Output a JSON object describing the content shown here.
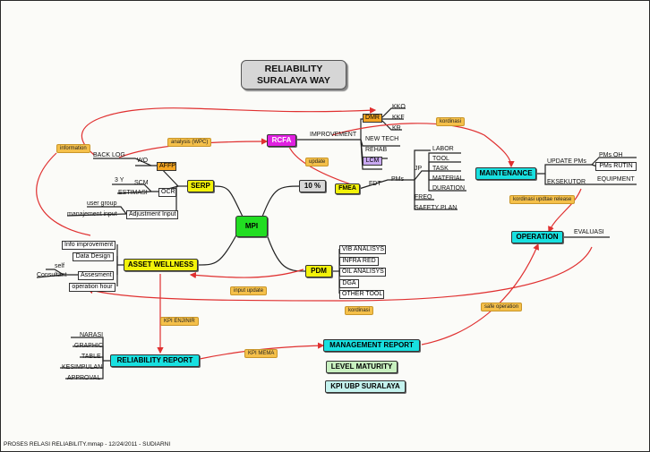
{
  "title": {
    "line1": "RELIABILITY",
    "line2": "SURALAYA WAY"
  },
  "nodes": {
    "mpi": "MPI",
    "rcfa": "RCFA",
    "serp": "SERP",
    "fmea": "FMEA",
    "ten_percent": "10 %",
    "pdm": "PDM",
    "asset_wellness": "ASSET WELLNESS",
    "maintenance": "MAINTENANCE",
    "operation": "OPERATION",
    "reliability_report": "RELIABILITY REPORT",
    "management_report": "MANAGEMENT REPORT",
    "level_maturity": "LEVEL MATURITY",
    "kpi_ubp": "KPI UBP SURALAYA",
    "dmr": "DMR",
    "lcm": "LCM",
    "affp": "AFFP",
    "ocr": "OCR",
    "adjustment_input": "Adjustment Input",
    "pms_rutin": "PMs RUTIN"
  },
  "labels": {
    "kko": "KKO",
    "kkf": "KKF",
    "kr": "KR",
    "improvement": "IMPROVEMENT",
    "new_tech": "NEW TECH",
    "rehab": "REHAB",
    "back_log": "BACK LOG",
    "wo": "WO",
    "three_y": "3 Y",
    "scm": "SCM",
    "estimasi": "ESTIMASI",
    "user_group": "user group",
    "manajement_input": "manajement input",
    "labor": "LABOR",
    "tool": "TOOL",
    "task": "TASK",
    "material": "MATERIAL",
    "duration": "DURATION",
    "jp": "JP",
    "freq": "FREQ",
    "safety_plan": "SAFETY PLAN",
    "pms": "PMs",
    "fdt": "FDT",
    "update_pms": "UPDATE PMs",
    "pms_oh": "PMs OH",
    "eksekutor": "EKSEKUTOR",
    "equipment": "EQUIPMENT",
    "evaluasi": "EVALUASI",
    "info_improvement": "Info improvement",
    "data_design": "Data Design",
    "self": "self",
    "consultant": "Consultant",
    "assesment": "Assesment",
    "operation_hour": "operation hour",
    "vib": "VIB ANALISYS",
    "infra_red": "INFRA RED",
    "oil": "OIL ANALISYS",
    "dga": "DGA",
    "other_tool": "OTHER TOOL",
    "narasi": "NARASI",
    "graphic": "GRAPHIC",
    "table": "TABLE",
    "kesimpulan": "KESIMPULAN",
    "approval": "APPROVAL"
  },
  "relations": {
    "information": "information",
    "analysis_wpc": "analysis (WPC)",
    "update": "update",
    "kordinasi_top": "kordinasi",
    "kordinasi_update_release": "kordinasi updtae release",
    "input_update": "input update",
    "kordinasi_bottom": "kordinasi",
    "kpi_enjinir": "KPI ENJINIR",
    "kpi_mema": "KPI MEMA",
    "safe_operation": "safe operation"
  },
  "footer": "PROSES RELASI RELIABILITY.mmap - 12/24/2011 - SUDIARNI",
  "colors": {
    "mpi": "#22dd22",
    "rcfa": "#e020e0",
    "yellow": "#f2f20a",
    "cyan": "#18e0e0",
    "green_light": "#c8f0c0",
    "cyan_light": "#c4f2ee",
    "orange": "#f5a623",
    "purple_light": "#c8a8f0",
    "grey": "#d8d8d8",
    "relation": "#e03030",
    "tag": "#f5c04a"
  }
}
